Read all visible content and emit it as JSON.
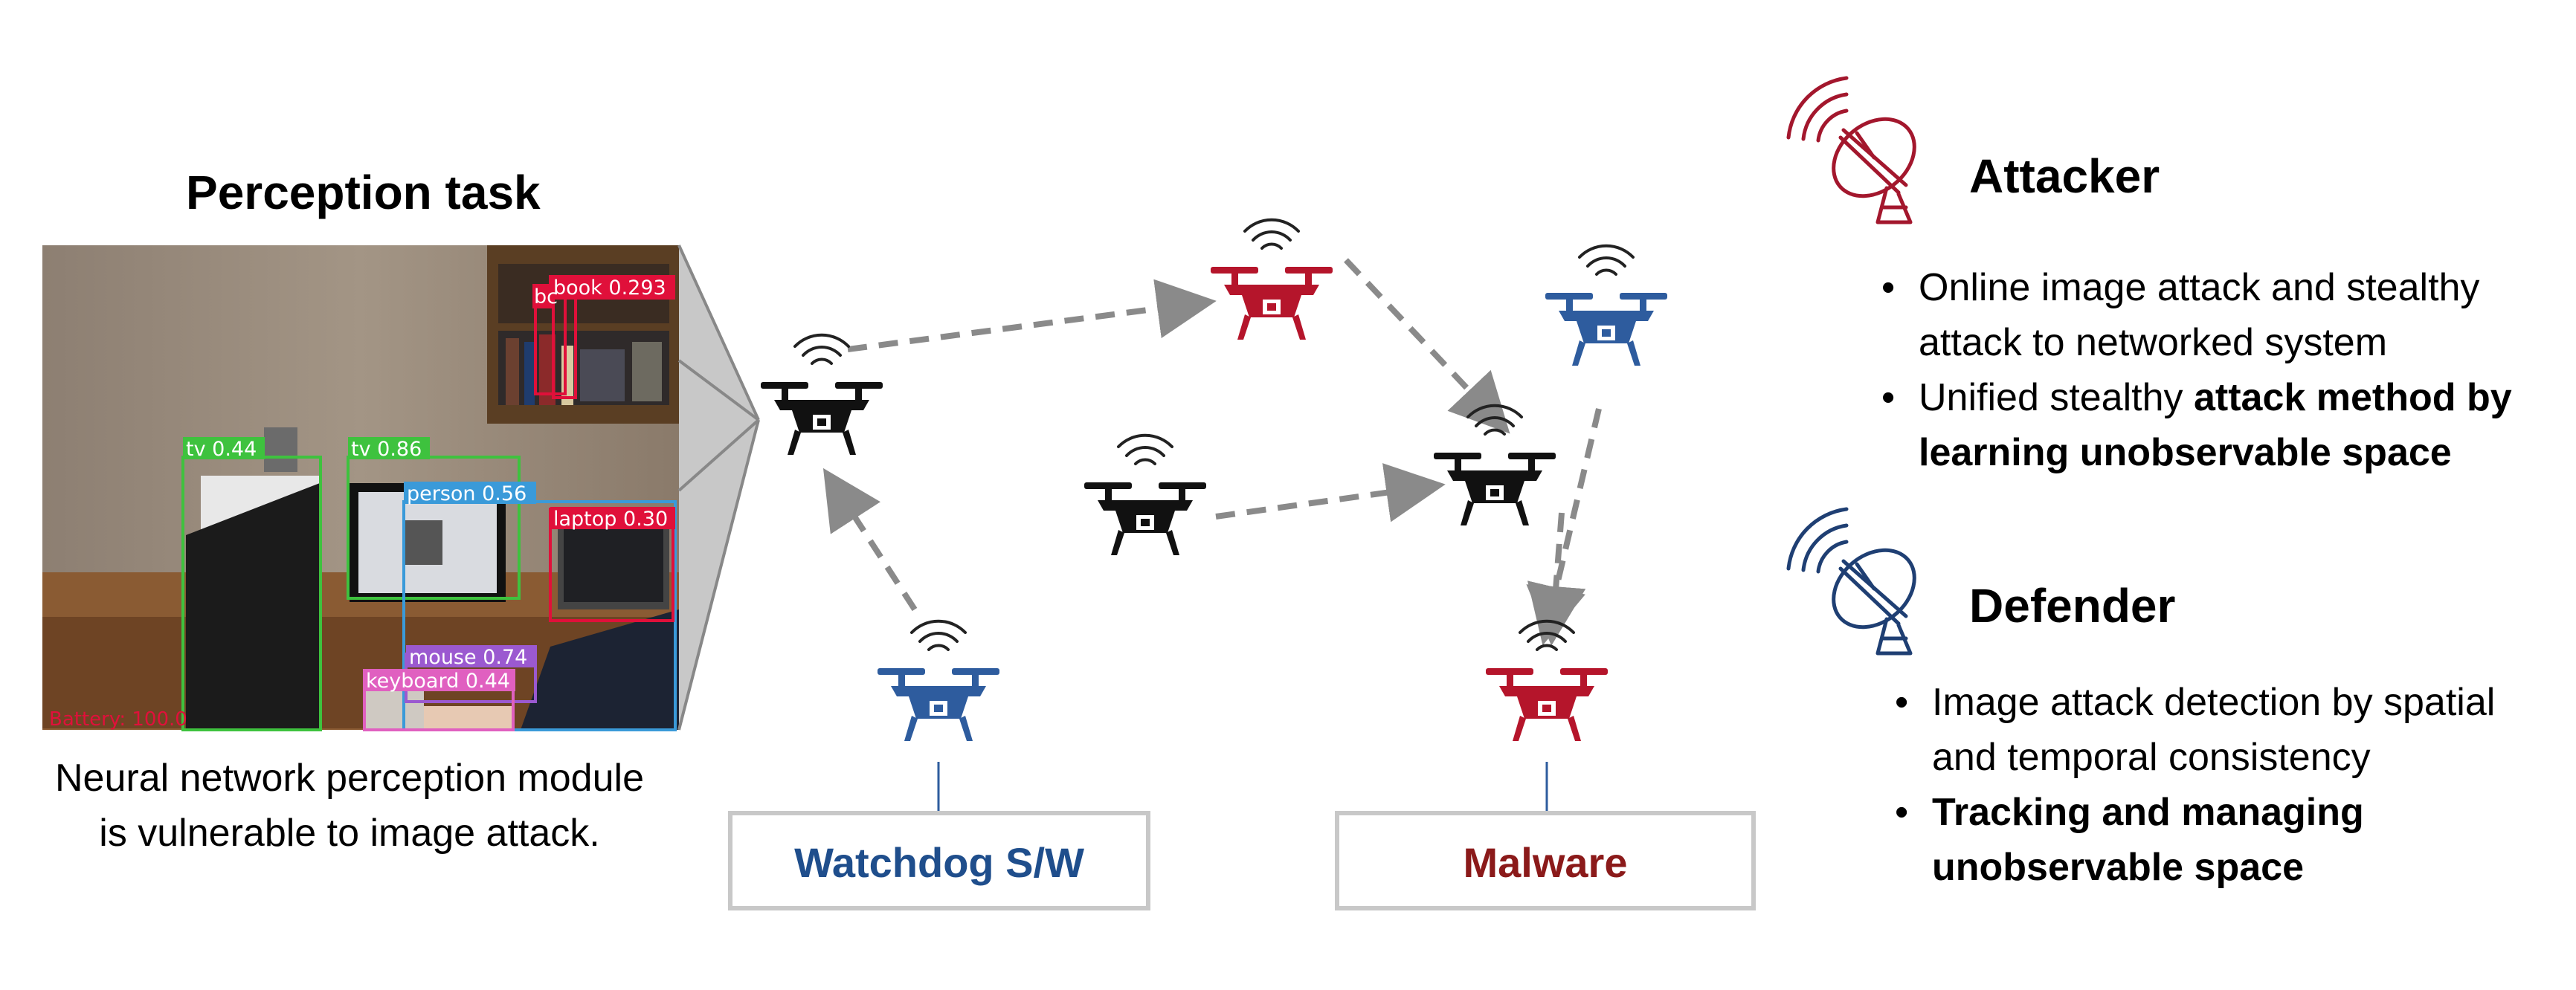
{
  "perception": {
    "title": "Perception task",
    "caption_line1": "Neural network perception module",
    "caption_line2": "is vulnerable to image attack.",
    "detections": [
      {
        "label": "book 0.293",
        "color": "#e0103a"
      },
      {
        "label": "bc",
        "color": "#e0103a"
      },
      {
        "label": "tv 0.44",
        "color": "#3ec23e"
      },
      {
        "label": "tv 0.86",
        "color": "#3ec23e"
      },
      {
        "label": "person 0.56",
        "color": "#3a9ad9"
      },
      {
        "label": "laptop 0.30",
        "color": "#e0103a"
      },
      {
        "label": "mouse 0.74",
        "color": "#9b59d0"
      },
      {
        "label": "keyboard 0.44",
        "color": "#e060c0"
      }
    ],
    "battery_text": "Battery: 100.0"
  },
  "boxes": {
    "watchdog": {
      "label": "Watchdog S/W",
      "color": "#1f4e8c"
    },
    "malware": {
      "label": "Malware",
      "color": "#8b1a1a"
    }
  },
  "attacker": {
    "title": "Attacker",
    "bullet1_line1": "Online image attack and stealthy",
    "bullet1_line2": "attack to networked system",
    "bullet2_line1_plain": "Unified stealthy ",
    "bullet2_line1_bold": "attack method by",
    "bullet2_line2_bold": "learning unobservable space"
  },
  "defender": {
    "title": "Defender",
    "bullet1_line1": "Image attack detection by spatial",
    "bullet1_line2": "and temporal consistency",
    "bullet2_line1": "Tracking and managing",
    "bullet2_line2": "unobservable space"
  },
  "colors": {
    "drone_red": "#b5152b",
    "drone_blue": "#2e5c9e",
    "drone_black": "#111111",
    "arrow": "#8a8a8a",
    "antenna_red": "#a3172d",
    "antenna_blue": "#1f3f73"
  }
}
